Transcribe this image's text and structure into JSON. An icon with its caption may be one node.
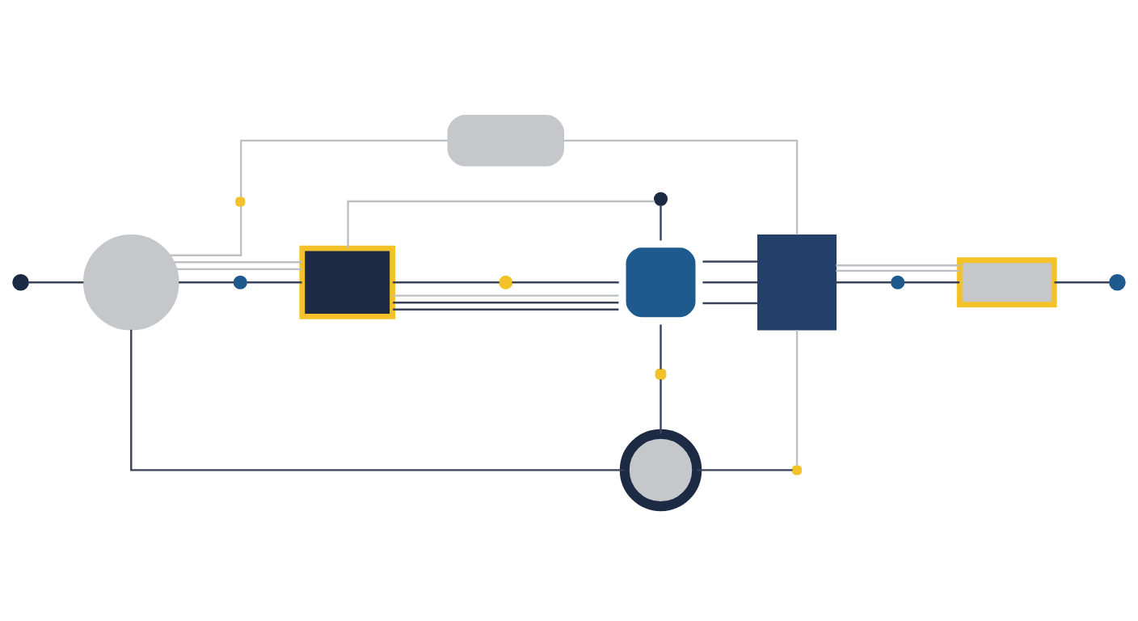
{
  "diagram": {
    "nodes": [
      {
        "text": [],
        "shape": "box"
      },
      {
        "text": [],
        "shape": "bubble"
      },
      {
        "text": [],
        "shape": "circle"
      },
      {
        "text": [],
        "shape": "circle"
      },
      {
        "text": [],
        "shape": "circle"
      },
      {
        "text": [],
        "shape": "circle"
      },
      {
        "text": [],
        "shape": "box"
      },
      {
        "text": [],
        "shape": "circle"
      },
      {
        "text": [],
        "shape": "box"
      },
      {
        "text": [],
        "shape": "box"
      },
      {
        "text": [],
        "shape": "circle"
      },
      {
        "text": [],
        "shape": "box"
      },
      {
        "text": [],
        "shape": "circle"
      },
      {
        "text": [],
        "shape": "box"
      },
      {
        "text": [],
        "shape": "circle"
      },
      {
        "text": [],
        "shape": "box"
      }
    ],
    "edges": [
      {
        "from": 3,
        "to": 4,
        "arrow": "none"
      },
      {
        "from": 4,
        "to": 5,
        "arrow": "none"
      },
      {
        "from": 5,
        "to": 6,
        "arrow": "none"
      },
      {
        "from": 6,
        "to": 7,
        "arrow": "none"
      },
      {
        "from": 7,
        "to": 8,
        "arrow": "none"
      },
      {
        "from": 8,
        "to": 9,
        "arrow": "none"
      },
      {
        "from": 9,
        "to": 10,
        "arrow": "none"
      },
      {
        "from": 10,
        "to": 11,
        "arrow": "none"
      },
      {
        "from": 11,
        "to": 12,
        "arrow": "none"
      },
      {
        "from": 4,
        "to": 0,
        "arrow": "none",
        "color": "#bcc0c5"
      },
      {
        "from": 0,
        "to": 1,
        "arrow": "none",
        "color": "#bcc0c5"
      },
      {
        "from": 1,
        "to": 9,
        "arrow": "none",
        "color": "#bcc0c5"
      },
      {
        "from": 4,
        "to": 6,
        "arrow": "none",
        "color": "#bcc0c5"
      },
      {
        "from": 4,
        "to": 6,
        "arrow": "none",
        "color": "#bcc0c5"
      },
      {
        "from": 4,
        "to": 14,
        "arrow": "none"
      },
      {
        "from": 14,
        "to": 15,
        "arrow": "none"
      },
      {
        "from": 15,
        "to": 9,
        "arrow": "none",
        "color": "#bcc0c5"
      },
      {
        "from": 6,
        "to": 2,
        "arrow": "none",
        "color": "#bcc0c5"
      },
      {
        "from": 2,
        "to": 8,
        "arrow": "none"
      },
      {
        "from": 6,
        "to": 8,
        "arrow": "none"
      },
      {
        "from": 6,
        "to": 8,
        "arrow": "none"
      },
      {
        "from": 6,
        "to": 8,
        "arrow": "none",
        "color": "#bcc0c5"
      },
      {
        "from": 8,
        "to": 13,
        "arrow": "none"
      },
      {
        "from": 13,
        "to": 14,
        "arrow": "none"
      },
      {
        "from": 8,
        "to": 9,
        "arrow": "none"
      },
      {
        "from": 8,
        "to": 9,
        "arrow": "none"
      },
      {
        "from": 9,
        "to": 11,
        "arrow": "none",
        "color": "#bcc0c5"
      },
      {
        "from": 9,
        "to": 11,
        "arrow": "none",
        "color": "#bcc0c5"
      }
    ]
  }
}
